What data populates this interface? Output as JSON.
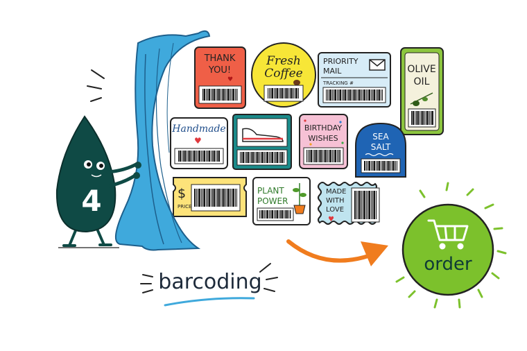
{
  "mascot": {
    "number": "4"
  },
  "labels": {
    "thank_you": [
      "THANK",
      "YOU!"
    ],
    "fresh_coffee": [
      "Fresh",
      "Coffee"
    ],
    "priority_mail": [
      "PRIORITY",
      "MAIL"
    ],
    "tracking": "TRACKING #",
    "olive_oil": [
      "OLIVE",
      "OIL"
    ],
    "handmade": "Handmade",
    "birthday_wishes": [
      "BIRTHDAY",
      "WISHES"
    ],
    "sea_salt": [
      "SEA",
      "SALT"
    ],
    "price_symbol": "$",
    "price": "PRICE",
    "plant_power": [
      "PLANT",
      "POWER"
    ],
    "made_with_love": [
      "MADE",
      "WITH",
      "LOVE"
    ]
  },
  "caption": "barcoding",
  "order_button": {
    "label": "order",
    "icon": "cart-icon"
  },
  "colors": {
    "mascot": "#0f4a45",
    "curtain": "#3fa9dc",
    "thank_you_bg": "#ef5f47",
    "coffee_bg": "#f7e637",
    "mail_bg": "#d7ecf7",
    "olive_bg": "#8dc63f",
    "shoe_bg": "#1b8b8a",
    "birthday_bg": "#f6c1d5",
    "sea_salt_bg": "#1f64b4",
    "price_bg": "#fde37a",
    "love_bg": "#bfe4ef",
    "arrow": "#f07c1e",
    "order_bg": "#7cc12c"
  }
}
